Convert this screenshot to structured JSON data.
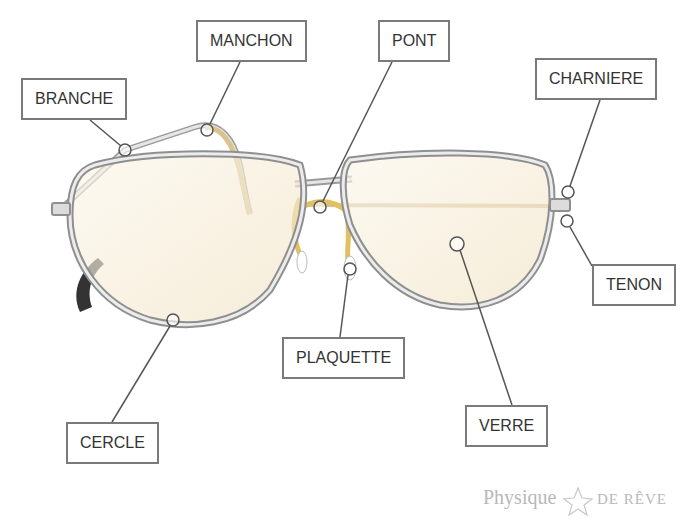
{
  "diagram": {
    "nodes": [
      {
        "text": [
          "MANCHON"
        ]
      },
      {
        "text": [
          "PONT"
        ]
      },
      {
        "text": [
          "CHARNIERE"
        ]
      },
      {
        "text": [
          "BRANCHE"
        ]
      },
      {
        "text": [
          "TENON"
        ]
      },
      {
        "text": [
          "PLAQUETTE"
        ]
      },
      {
        "text": [
          "VERRE"
        ]
      },
      {
        "text": [
          "CERCLE"
        ]
      }
    ],
    "labels": [
      "Physique",
      "DE RÊVE"
    ]
  }
}
